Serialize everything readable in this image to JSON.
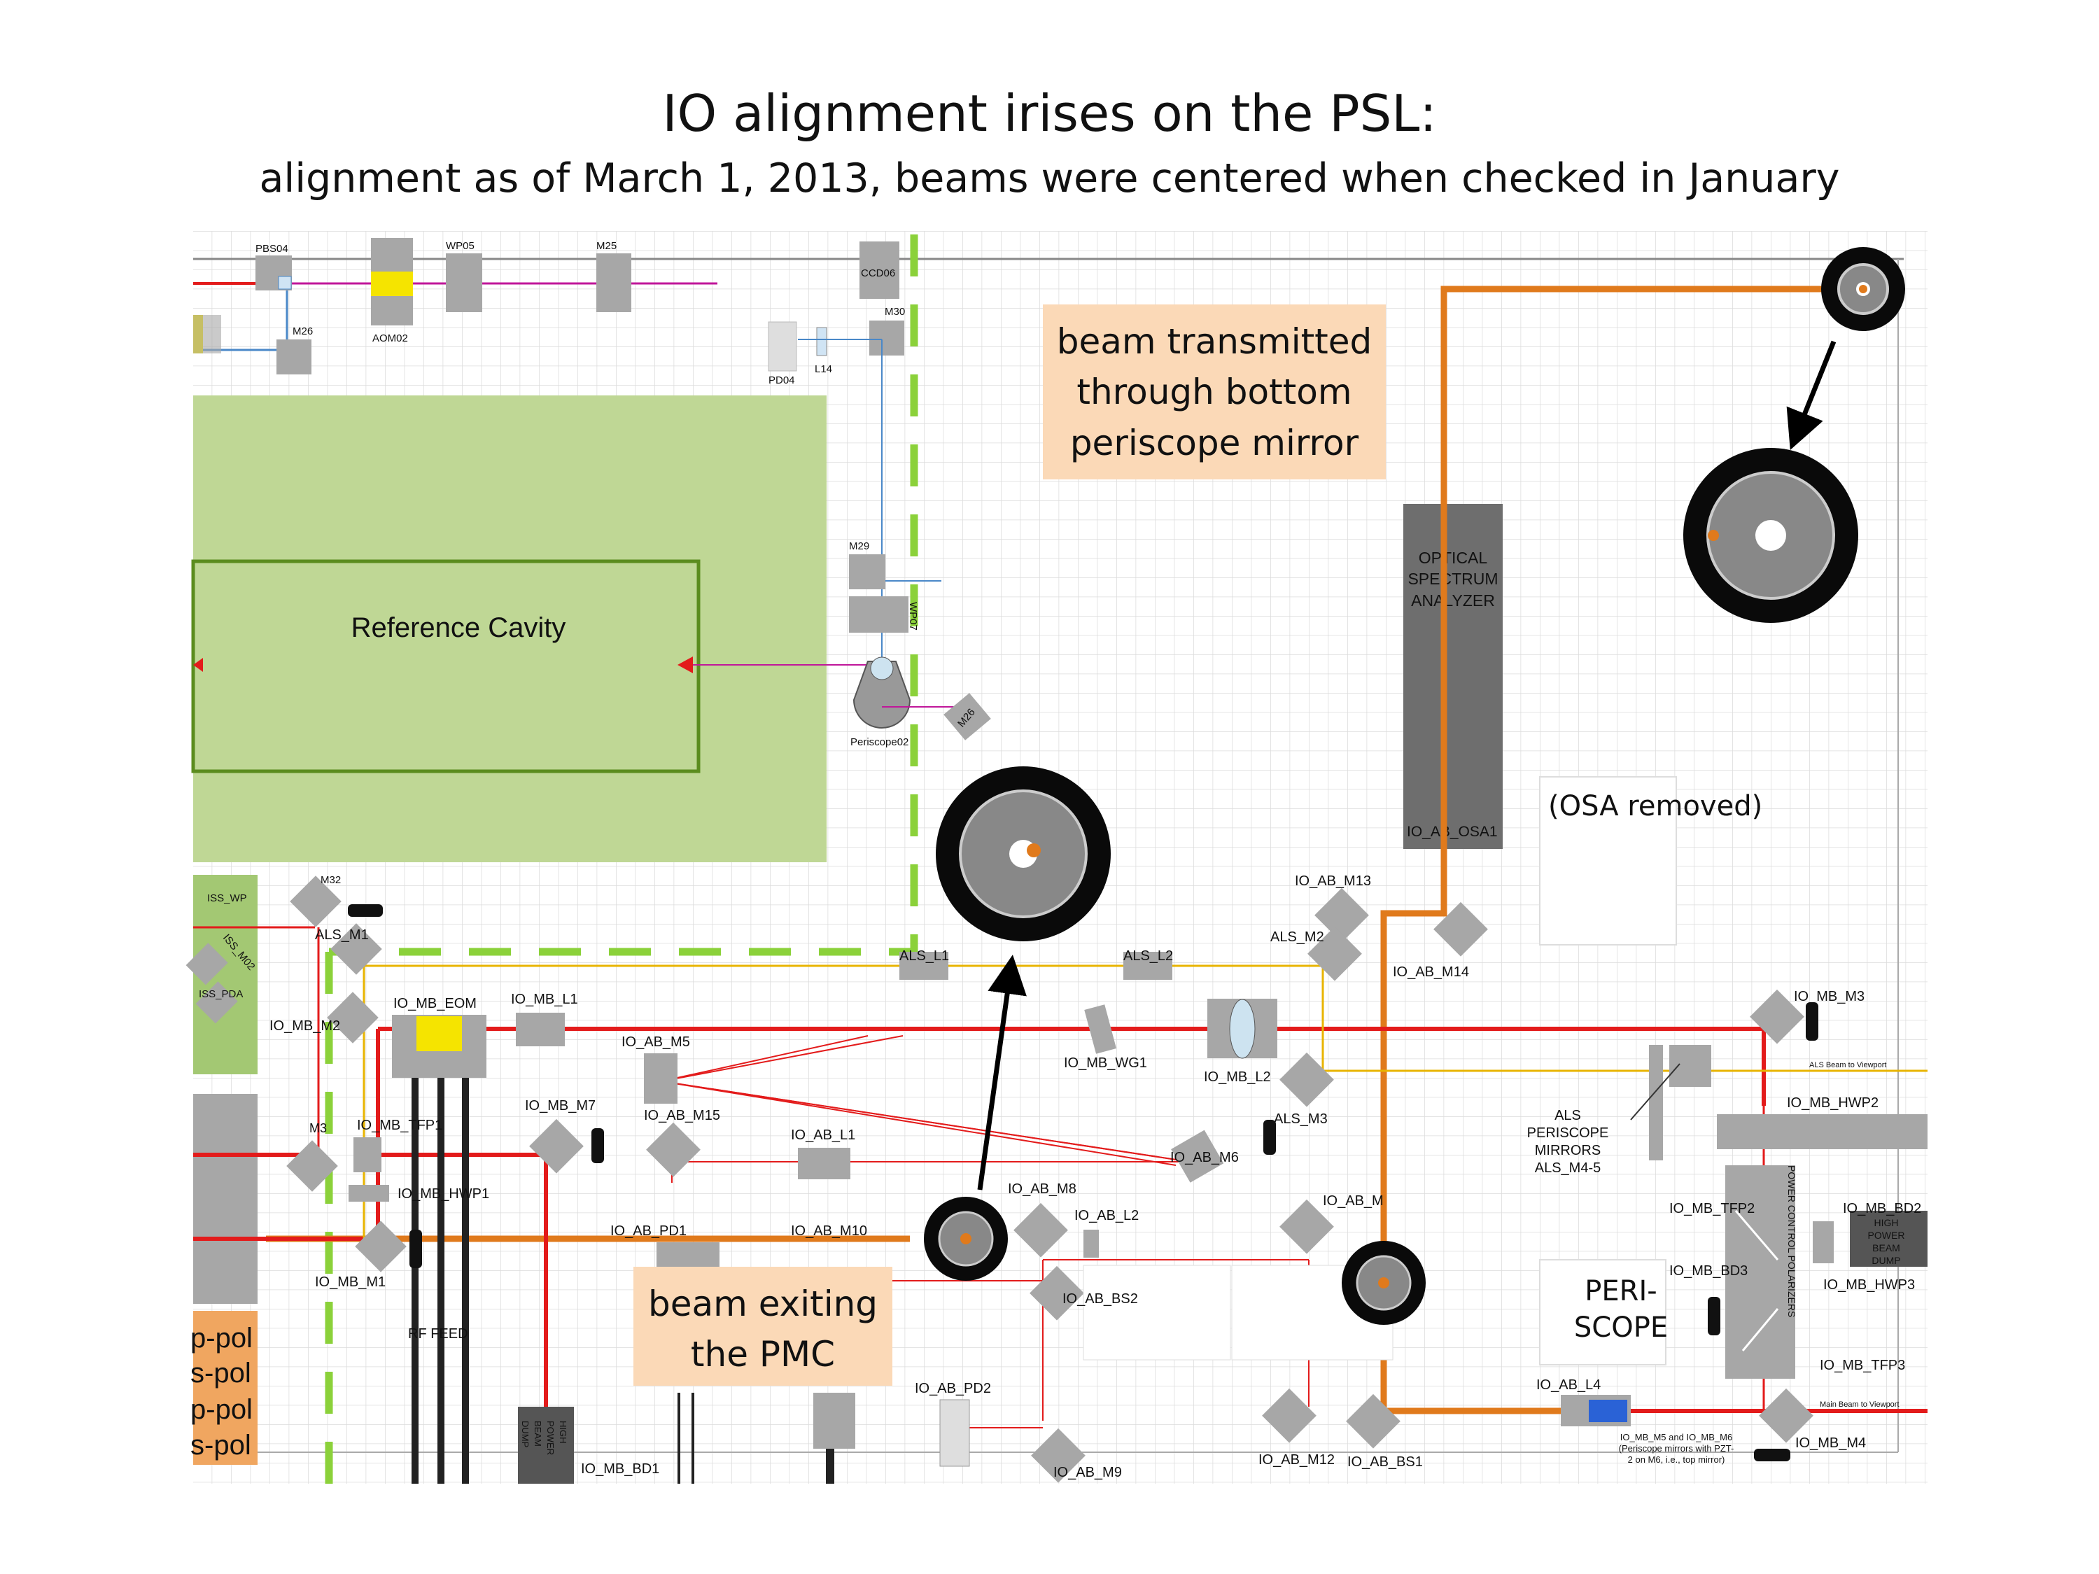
{
  "title": "IO alignment irises on the PSL:",
  "subtitle": "alignment as of March 1, 2013, beams were centered when checked in January",
  "callouts": {
    "top_line1": "beam transmitted",
    "top_line2": "through bottom",
    "top_line3": "periscope mirror",
    "bottom_line1": "beam exiting",
    "bottom_line2": "the PMC",
    "osa_removed": "(OSA removed)"
  },
  "blocks": {
    "reference_cavity": "Reference Cavity",
    "osa_line1": "OPTICAL",
    "osa_line2": "SPECTRUM",
    "osa_line3": "ANALYZER",
    "periscope_line1": "PERI-",
    "periscope_line2": "SCOPE",
    "als_periscope": [
      "ALS",
      "PERISCOPE",
      "MIRRORS",
      "ALS_M4-5"
    ],
    "power_control": "POWER CONTROL POLARIZERS",
    "high_power_dump": [
      "HIGH",
      "POWER",
      "BEAM",
      "DUMP"
    ],
    "high_power_dump_bottom": [
      "HIGH",
      "POWER",
      "BEAM",
      "DUMP"
    ],
    "rf_feed": "RF FEED",
    "m5m6_note": [
      "IO_MB_M5 and IO_MB_M6",
      "(Periscope mirrors with PZT-",
      "2 on M6, i.e., top mirror)"
    ],
    "als_viewport": "ALS Beam to Viewport",
    "main_viewport": "Main Beam to Viewport",
    "pol_labels": [
      "p-pol",
      "s-pol",
      "p-pol",
      "s-pol"
    ]
  },
  "labels": {
    "PBS04": "PBS04",
    "WP05": "WP05",
    "M25": "M25",
    "M26": "M26",
    "AOM02": "AOM02",
    "CCD06": "CCD06",
    "M30": "M30",
    "PD04": "PD04",
    "L14": "L14",
    "M29": "M29",
    "WP07": "WP07",
    "Periscope02": "Periscope02",
    "M26b": "M26",
    "IO_AB_OSA1": "IO_AB_OSA1",
    "IO_AB_M13": "IO_AB_M13",
    "IO_AB_M14": "IO_AB_M14",
    "ALS_M2": "ALS_M2",
    "ALS_M1": "ALS_M1",
    "M32": "M32",
    "ISS_WP": "ISS_WP",
    "ISS_M02": "ISS_M02",
    "ISS_PDA": "ISS_PDA",
    "ALS_L1": "ALS_L1",
    "ALS_L2": "ALS_L2",
    "IO_MB_EOM": "IO_MB_EOM",
    "IO_MB_L1": "IO_MB_L1",
    "IO_MB_M2": "IO_MB_M2",
    "IO_AB_M5": "IO_AB_M5",
    "IO_MB_WG1": "IO_MB_WG1",
    "IO_MB_L2": "IO_MB_L2",
    "IO_MB_M3": "IO_MB_M3",
    "IO_MB_HWP2": "IO_MB_HWP2",
    "IO_MB_M7": "IO_MB_M7",
    "IO_AB_M15": "IO_AB_M15",
    "IO_AB_L1": "IO_AB_L1",
    "ALS_M3": "ALS_M3",
    "IO_AB_M6": "IO_AB_M6",
    "IO_MB_TFP1": "IO_MB_TFP1",
    "IO_MB_HWP1": "IO_MB_HWP1",
    "M3": "M3",
    "IO_MB_M1": "IO_MB_M1",
    "IO_AB_PD1": "IO_AB_PD1",
    "IO_AB_M10": "IO_AB_M10",
    "IO_AB_M8": "IO_AB_M8",
    "IO_AB_L2": "IO_AB_L2",
    "IO_AB_BS2": "IO_AB_BS2",
    "IO_AB_M": "IO_AB_M",
    "IO_MB_TFP2": "IO_MB_TFP2",
    "IO_MB_BD2": "IO_MB_BD2",
    "IO_MB_BD3": "IO_MB_BD3",
    "IO_MB_HWP3": "IO_MB_HWP3",
    "IO_MB_TFP3": "IO_MB_TFP3",
    "IO_AB_PD2": "IO_AB_PD2",
    "IO_AB_M9": "IO_AB_M9",
    "IO_AB_M12": "IO_AB_M12",
    "IO_AB_BS1": "IO_AB_BS1",
    "IO_AB_L4": "IO_AB_L4",
    "IO_MB_M4": "IO_MB_M4",
    "IO_MB_BD1": "IO_MB_BD1"
  },
  "colors": {
    "main_beam": "#e31b1b",
    "orange_beam": "#e07a1c",
    "als_beam": "#e8b400",
    "green_dash": "#8bd13a",
    "ref_cavity": "#bfd795",
    "callout_bg": "#fbd9b7",
    "pol_bg": "#f0a660",
    "optic": "#a7a7a7",
    "iris_black": "#0a0a0a",
    "eom": "#f5e400"
  }
}
